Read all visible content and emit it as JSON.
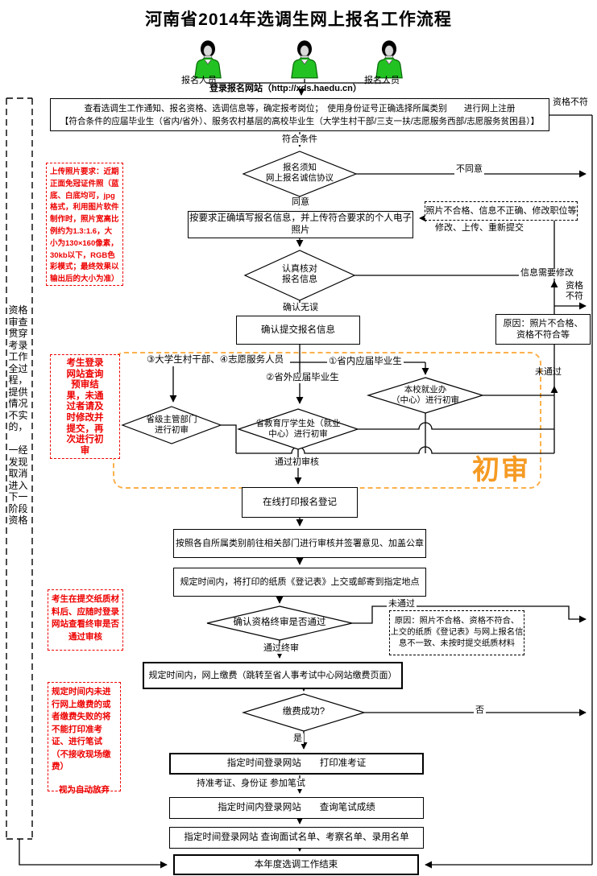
{
  "title": "河南省2014年选调生网上报名工作流程",
  "colors": {
    "note_red": "#ee0000",
    "accent_orange": "#f7a13d",
    "person_green": "#22c222"
  },
  "actors": {
    "left": "报名人员",
    "right": "报名人员",
    "login": "登录报名网站（http://xds.haedu.cn）"
  },
  "top_box": {
    "line1": "查看选调生工作通知、报名资格、选调信息等，确定报考岗位；　使用身份证号正确选择所属类别　　进行网上注册",
    "line2": "【符合条件的应届毕业生（省内/省外）、服务农村基层的高校毕业生（大学生村干部/三支一扶/志愿服务西部/志愿服务贫困县）】"
  },
  "labels": {
    "qualification_mismatch": "资格不符",
    "meets_conditions": "符合条件",
    "disagree": "不同意",
    "agree": "同意",
    "modify_resubmit": "修改、上传、重新提交",
    "info_needs_edit": "信息需要修改",
    "qualification_mismatch_2": "资格\n不符",
    "confirmed": "确认无误",
    "not_passed_initial": "未通过",
    "passed_initial": "通过初审核",
    "not_passed_final": "未通过",
    "passed_final": "通过终审",
    "no": "否",
    "yes": "是",
    "take_exam": "持准考证、身份证 参加笔试",
    "initial_review": "初审"
  },
  "categories": {
    "village_volunteer": "③大学生村干部、④志愿服务人员",
    "in_province": "①省内应届毕业生",
    "out_province": "②省外应届毕业生"
  },
  "diamonds": {
    "notice": "报名须知\n网上报名诚信协议",
    "check_info": "认真核对\n报名信息",
    "provincial_dept": "省级主管部门\n进行初审",
    "edu_dept": "省教育厅学生处（就业\n中心）进行初审",
    "school_office": "本校就业办\n（中心）进行初审",
    "final_review": "确认资格终审是否通过",
    "payment": "缴费成功?"
  },
  "boxes": {
    "fill_info": "按要求正确填写报名信息，并上传符合要求的个人电子照片",
    "photo_issues": "照片不合格、信息不正确、修改职位等",
    "confirm_submit": "确认提交报名信息",
    "reason_initial": "原因：照片不合格、\n资格不符合等",
    "print_form": "在线打印报名登记",
    "dept_review": "按照各自所属类别前往相关部门进行审核并签署意见、加盖公章",
    "submit_paper": "规定时间内，将打印的纸质《登记表》上交或邮寄到指定地点",
    "reason_final": "原因：照片不合格、资格不符合、\n上交的纸质《登记表》与网上报名信\n息不一致、未按时提交纸质材料",
    "pay_online": "规定时间内，网上缴费（跳转至省人事考试中心网站缴费页面）",
    "print_ticket": "指定时间登录网站　　打印准考证",
    "query_written": "指定时间内登录网站　　查询笔试成绩",
    "query_lists": "指定时间登录网站 查询面试名单、考察名单、录用名单",
    "end": "本年度选调工作结束"
  },
  "notes": {
    "photo_req": "上传照片要求：近期正面免冠证件照（蓝底、白底均可，jpg格式，利用图片软件制作时，照片宽高比例约为1.3:1.6，大小为130×160像素，30kb以下，RGB色彩模式；最终效果以输出后的大小为准）",
    "query_preliminary": "考生登录\n网站查询\n预审结\n果，未通\n过者请及\n时修改并\n提交，再\n次进行初\n审",
    "check_final": "考生在提交纸质材料后、应随时登录网站查看终审是否通过审核",
    "pay_deadline": "规定时间内未进行网上缴费的或者缴费失败的将不能打印准考证、进行笔试（不接收现场缴费）",
    "pay_deadline_footer": "视为自动放弃",
    "supervision": "资格审查贯穿考录工作全过程，提供情况不实的，\n\n一经发现取消进入下一阶段资格"
  }
}
